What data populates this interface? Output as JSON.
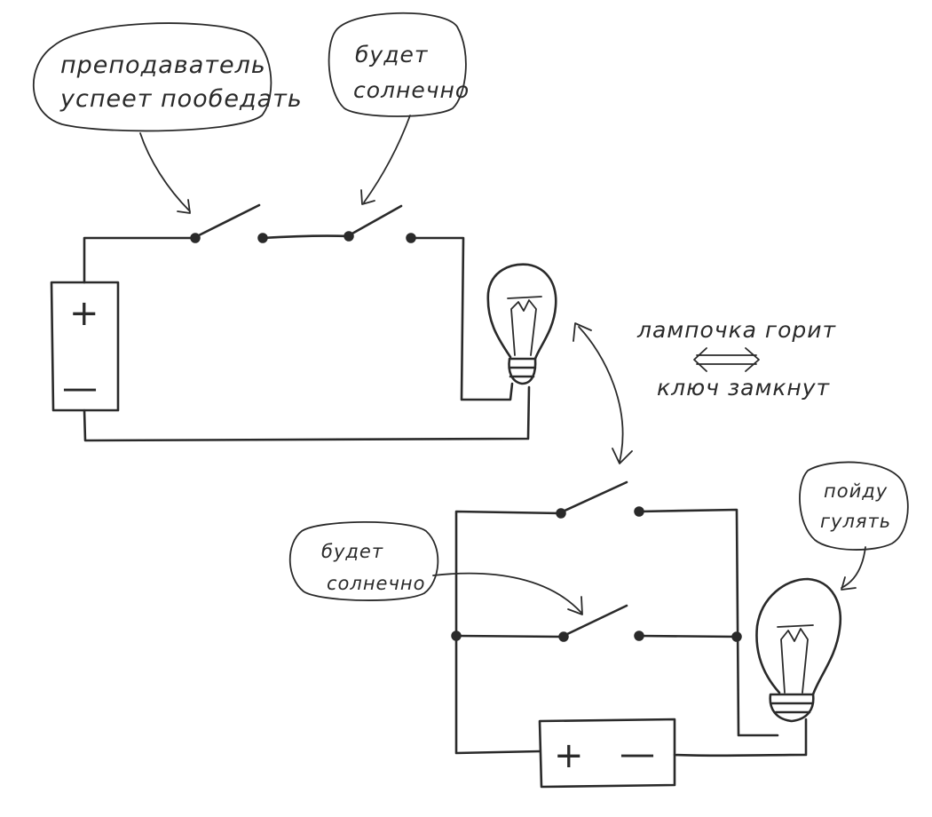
{
  "top_circuit": {
    "bubble_teacher": {
      "line1": "преподаватель",
      "line2": "успеет пообедать"
    },
    "bubble_sunny": {
      "line1": "будет",
      "line2": "солнечно"
    },
    "battery": {
      "plus": "+",
      "minus": "—"
    }
  },
  "equivalence": {
    "line1": "лампочка горит",
    "line2": "ключ замкнут"
  },
  "bottom_circuit": {
    "bubble_sunny": {
      "line1": "будет",
      "line2": "солнечно"
    },
    "bubble_walk": {
      "line1": "пойду",
      "line2": "гулять"
    },
    "battery": {
      "plus": "+",
      "minus": "—"
    }
  }
}
